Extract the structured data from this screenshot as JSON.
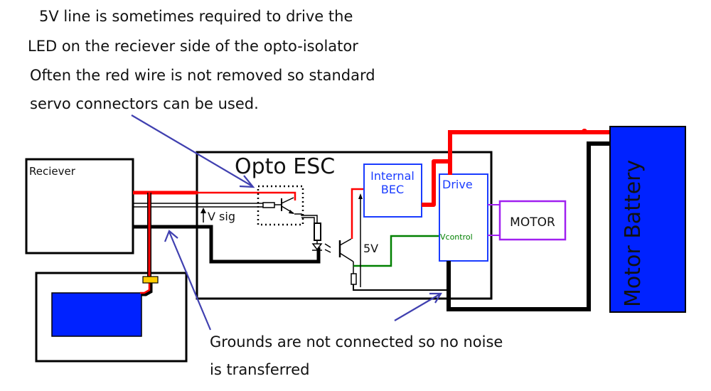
{
  "annotations": {
    "top_note": [
      "5V line is sometimes required to drive the",
      "LED on the reciever side of the opto-isolator",
      "Often the red wire is not removed so standard",
      "servo connectors can be used."
    ],
    "bottom_note": [
      "Grounds are not connected so no noise",
      "is transferred"
    ]
  },
  "blocks": {
    "receiver": "Reciever",
    "esc": "Opto ESC",
    "bec_line1": "Internal",
    "bec_line2": "BEC",
    "drive": "Drive",
    "vcontrol": "Vcontrol",
    "motor": "MOTOR",
    "motor_battery": "Motor Battery"
  },
  "signals": {
    "vsig": "V sig",
    "five_v": "5V"
  },
  "colors": {
    "positive_wire": "#ff0000",
    "ground_wire": "#000000",
    "control_wire": "#008000",
    "motor_wire": "#a020f0",
    "annotation_arrow": "#4040b0",
    "battery_fill": "#0022ff",
    "connector": "#ffcc00",
    "esc_internal_block": "#1a3cff"
  }
}
